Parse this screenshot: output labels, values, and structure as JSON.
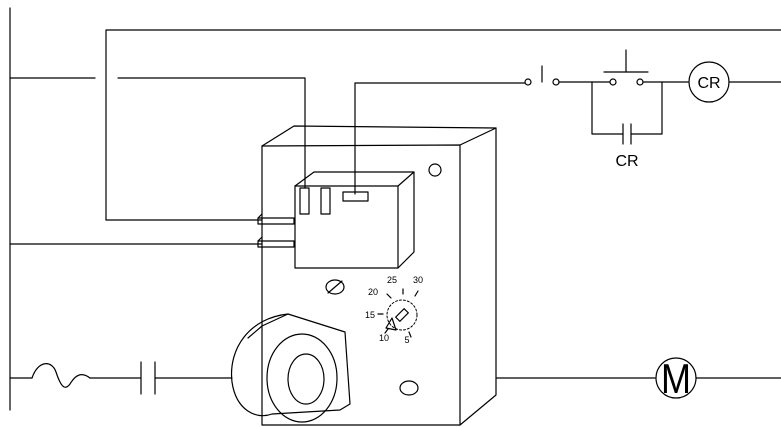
{
  "labels": {
    "coil_cr": "CR",
    "contact_cr": "CR",
    "motor": "M"
  },
  "dial": {
    "ticks": [
      "30",
      "25",
      "20",
      "15",
      "10",
      "5"
    ]
  }
}
